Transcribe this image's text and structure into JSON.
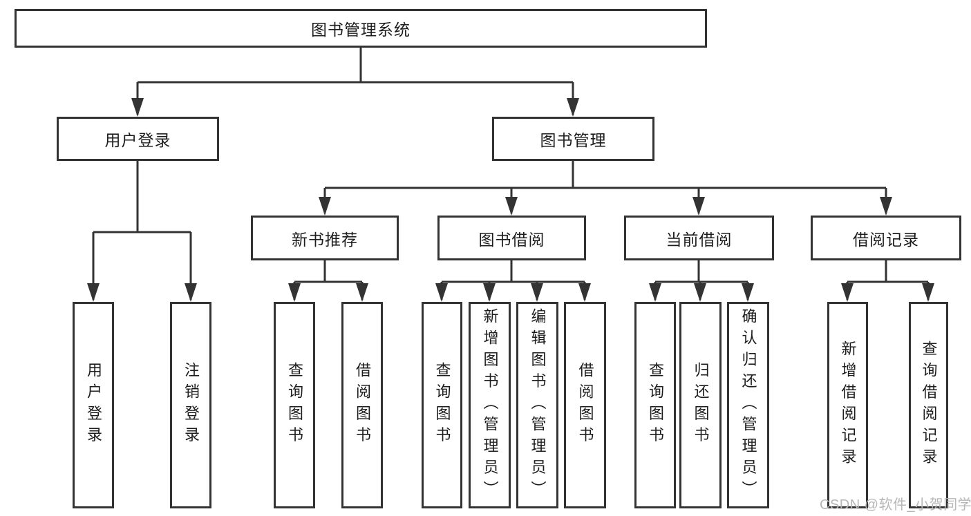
{
  "diagram_title": "图书管理系统",
  "tree": {
    "label": "图书管理系统",
    "children": [
      {
        "label": "用户登录",
        "children": [
          {
            "label": "用户登录"
          },
          {
            "label": "注销登录"
          }
        ]
      },
      {
        "label": "图书管理",
        "children": [
          {
            "label": "新书推荐",
            "children": [
              {
                "label": "查询图书"
              },
              {
                "label": "借阅图书"
              }
            ]
          },
          {
            "label": "图书借阅",
            "children": [
              {
                "label": "查询图书"
              },
              {
                "label": "新增图书（管理员）"
              },
              {
                "label": "编辑图书（管理员）"
              },
              {
                "label": "借阅图书"
              }
            ]
          },
          {
            "label": "当前借阅",
            "children": [
              {
                "label": "查询图书"
              },
              {
                "label": "归还图书"
              },
              {
                "label": "确认归还（管理员）"
              }
            ]
          },
          {
            "label": "借阅记录",
            "children": [
              {
                "label": "新增借阅记录"
              },
              {
                "label": "查询借阅记录"
              }
            ]
          }
        ]
      }
    ]
  },
  "watermark": {
    "text": "CSDN @软件_小贺同学"
  },
  "colors": {
    "line": "#333333",
    "text": "#1d1d1d",
    "node_fill": "#ffffff",
    "background": "#ffffff",
    "watermark": "#b6b6b6"
  }
}
